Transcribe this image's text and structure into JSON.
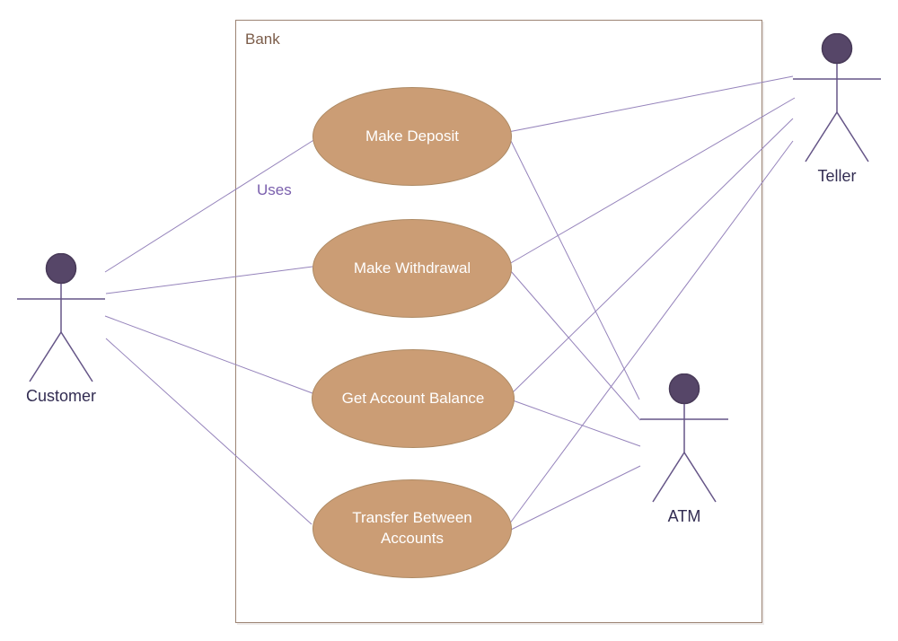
{
  "colors": {
    "background": "#ffffff",
    "use_case_fill": "#cb9d75",
    "use_case_border": "#ad8a64",
    "use_case_text": "#ffffff",
    "actor_head_fill": "#564668",
    "actor_stroke": "#655587",
    "actor_label_text": "#322c52",
    "connector": "#9583bb",
    "boundary_border": "#9c8474",
    "boundary_label_text": "#7b5c49",
    "uses_label_text": "#7a5fad"
  },
  "diagram": {
    "type": "uml-use-case",
    "system": {
      "label": "Bank"
    },
    "relationship_label": "Uses",
    "actors": [
      {
        "id": "customer",
        "label": "Customer"
      },
      {
        "id": "teller",
        "label": "Teller"
      },
      {
        "id": "atm",
        "label": "ATM"
      }
    ],
    "use_cases": [
      {
        "id": "make-deposit",
        "label": "Make Deposit"
      },
      {
        "id": "make-withdrawal",
        "label": "Make Withdrawal"
      },
      {
        "id": "get-account-balance",
        "label": "Get Account Balance"
      },
      {
        "id": "transfer-between-accounts",
        "label": "Transfer Between Accounts"
      }
    ],
    "connectors": [
      {
        "from": "customer",
        "to": "make-deposit",
        "label": "Uses",
        "points": [
          [
            117,
            303
          ],
          [
            351,
            155
          ]
        ]
      },
      {
        "from": "customer",
        "to": "make-withdrawal",
        "label": "",
        "points": [
          [
            118,
            327
          ],
          [
            348,
            297
          ]
        ]
      },
      {
        "from": "customer",
        "to": "get-account-balance",
        "label": "",
        "points": [
          [
            117,
            352
          ],
          [
            348,
            438
          ]
        ]
      },
      {
        "from": "customer",
        "to": "transfer-between-accounts",
        "label": "",
        "points": [
          [
            118,
            377
          ],
          [
            347,
            584
          ]
        ]
      },
      {
        "from": "make-deposit",
        "to": "teller",
        "label": "",
        "points": [
          [
            566,
            147
          ],
          [
            883,
            85
          ]
        ]
      },
      {
        "from": "make-withdrawal",
        "to": "teller",
        "label": "",
        "points": [
          [
            567,
            294
          ],
          [
            885,
            109
          ]
        ]
      },
      {
        "from": "get-account-balance",
        "to": "teller",
        "label": "",
        "points": [
          [
            570,
            438
          ],
          [
            883,
            132
          ]
        ]
      },
      {
        "from": "transfer-between-accounts",
        "to": "teller",
        "label": "",
        "points": [
          [
            567,
            584
          ],
          [
            883,
            157
          ]
        ]
      },
      {
        "from": "make-deposit",
        "to": "atm",
        "label": "",
        "points": [
          [
            567,
            153
          ],
          [
            712,
            445
          ]
        ]
      },
      {
        "from": "make-withdrawal",
        "to": "atm",
        "label": "",
        "points": [
          [
            568,
            301
          ],
          [
            713,
            468
          ]
        ]
      },
      {
        "from": "get-account-balance",
        "to": "atm",
        "label": "",
        "points": [
          [
            571,
            446
          ],
          [
            713,
            497
          ]
        ]
      },
      {
        "from": "transfer-between-accounts",
        "to": "atm",
        "label": "",
        "points": [
          [
            567,
            591
          ],
          [
            713,
            519
          ]
        ]
      }
    ]
  }
}
